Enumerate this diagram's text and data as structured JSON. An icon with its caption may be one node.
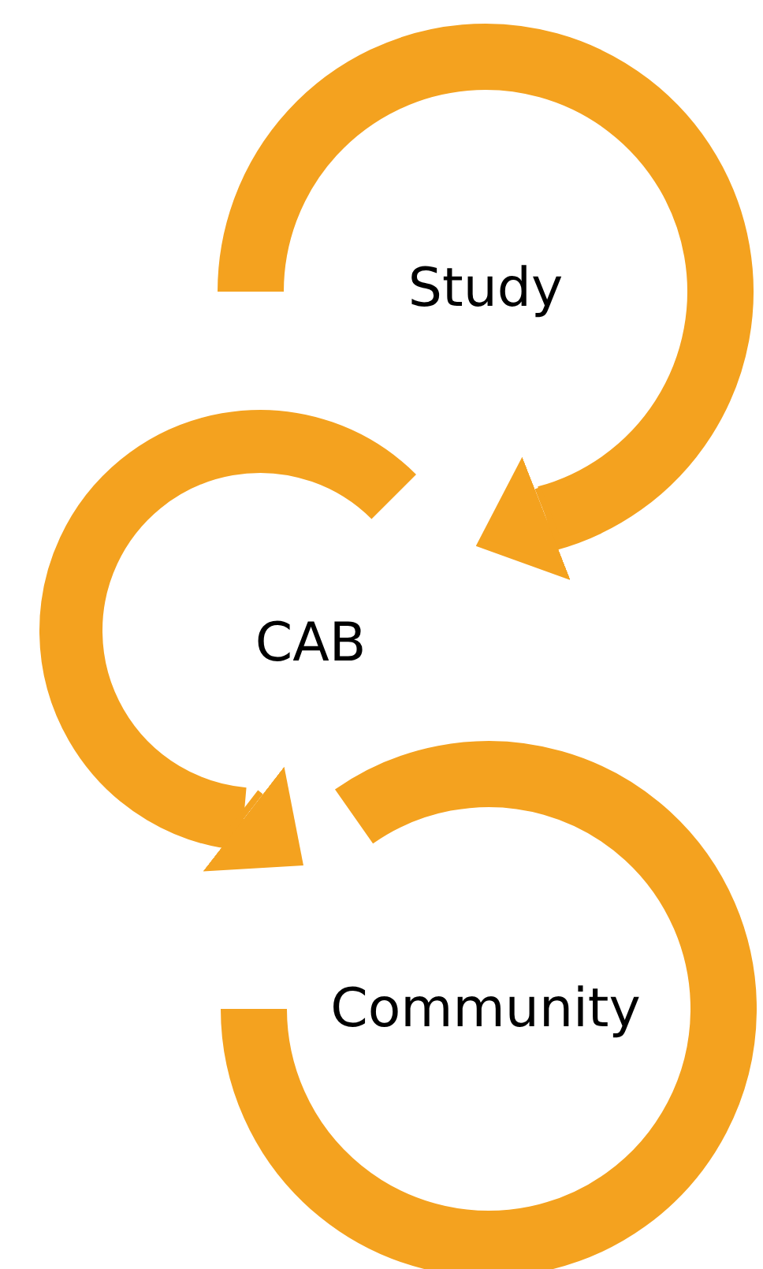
{
  "diagram": {
    "nodes": [
      {
        "text": [
          "Study"
        ]
      },
      {
        "text": [
          "CAB"
        ]
      },
      {
        "text": [
          "Community"
        ]
      }
    ],
    "edges": [
      {
        "from": 0,
        "to": 1,
        "arrow": "to"
      },
      {
        "from": 1,
        "to": 2,
        "arrow": "to"
      }
    ]
  }
}
